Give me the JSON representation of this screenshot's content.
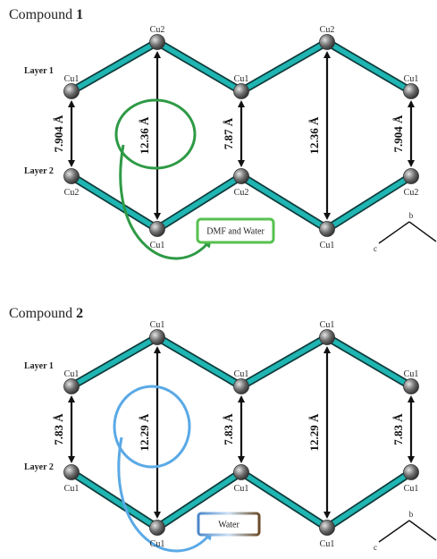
{
  "colors": {
    "bond": "#1fb5b2",
    "bond_edge": "#0f3b3b",
    "atom": "#6e6e6e",
    "compound1_accent": "#2e9a45",
    "compound1_box_border": "#57c14f",
    "compound2_accent": "#5aa9e6",
    "compound2_box_border": "#3a78c4"
  },
  "axes": {
    "b": "b",
    "c": "c"
  },
  "compounds": [
    {
      "title_prefix": "Compound ",
      "title_number": "1",
      "layer1": "Layer 1",
      "layer2": "Layer 2",
      "top_atoms": [
        "Cu1",
        "Cu2",
        "Cu1",
        "Cu2",
        "Cu1"
      ],
      "bottom_atoms": [
        "Cu2",
        "Cu1",
        "Cu2",
        "Cu1",
        "Cu2"
      ],
      "distances": [
        "7.904 Å",
        "12.36 Å",
        "7.87 Å",
        "12.36 Å",
        "7.904 Å"
      ],
      "guest": "DMF and Water",
      "guest_icon": "arrow-to-guest-box"
    },
    {
      "title_prefix": "Compound ",
      "title_number": "2",
      "layer1": "Layer 1",
      "layer2": "Layer 2",
      "top_atoms": [
        "Cu1",
        "Cu1",
        "Cu1",
        "Cu1",
        "Cu1"
      ],
      "bottom_atoms": [
        "Cu1",
        "Cu1",
        "Cu1",
        "Cu1",
        "Cu1"
      ],
      "distances": [
        "7.83 Å",
        "12.29 Å",
        "7.83 Å",
        "12.29 Å",
        "7.83 Å"
      ],
      "guest": "Water",
      "guest_icon": "arrow-to-guest-box"
    }
  ]
}
